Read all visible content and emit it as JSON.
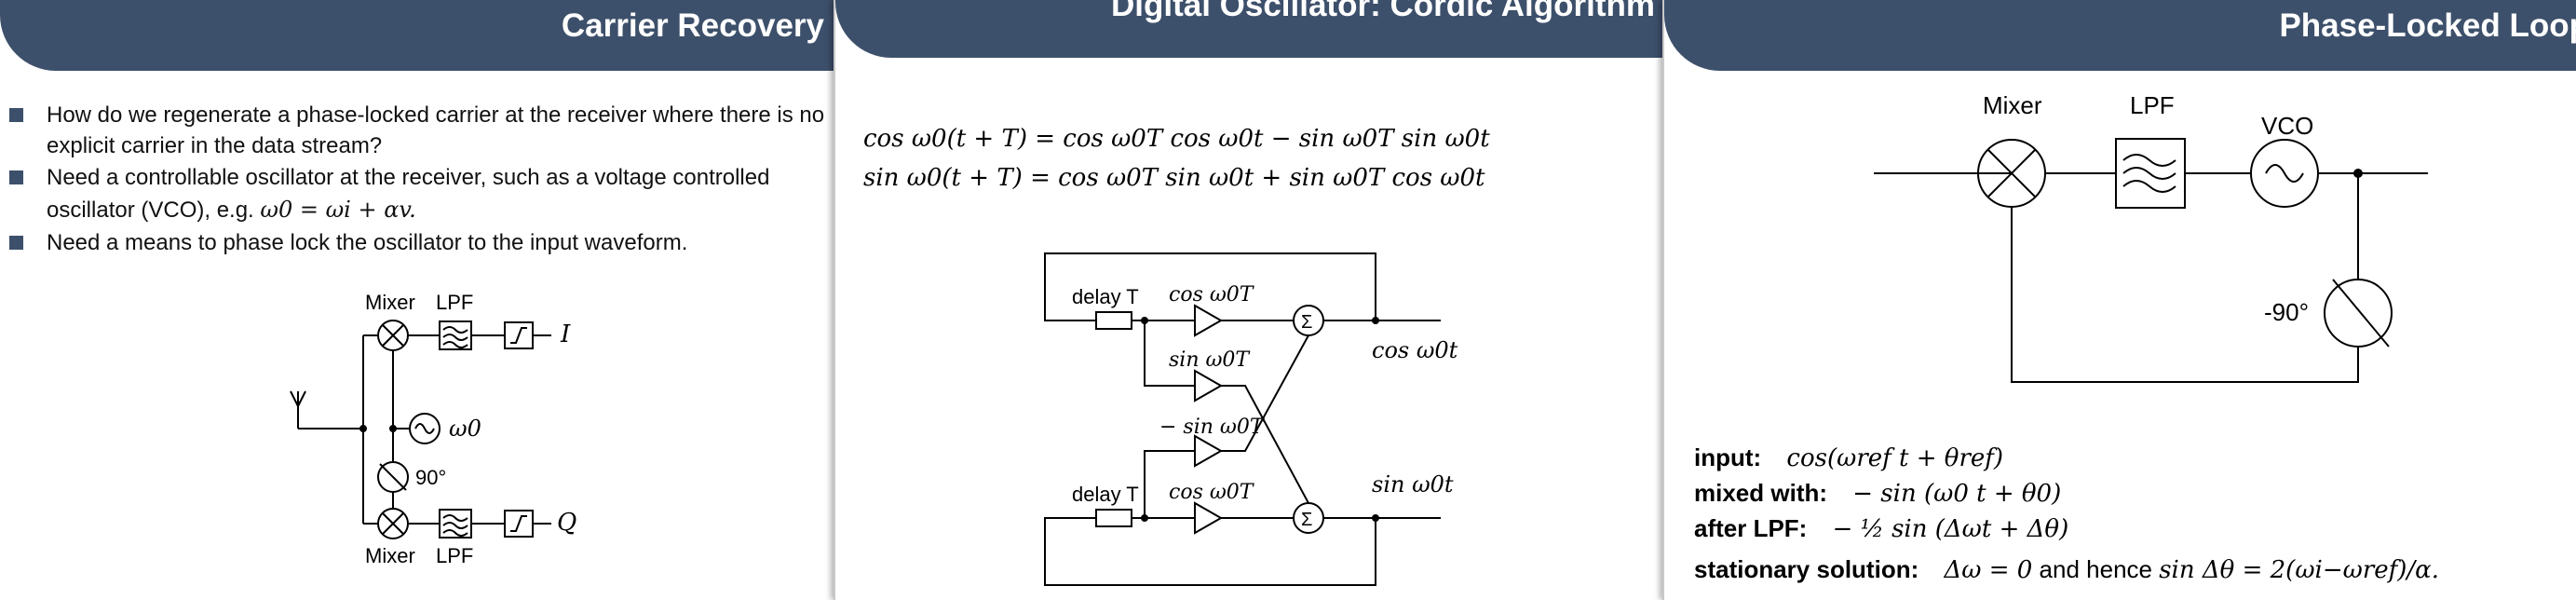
{
  "slide1": {
    "title": "Carrier Recovery",
    "bullets": [
      "How do we regenerate a phase-locked carrier at the receiver where there is no",
      "explicit carrier in the data stream?",
      "Need a controllable oscillator at the receiver, such as a voltage controlled",
      "oscillator (VCO), e.g. ",
      "Need a means to phase lock the oscillator to the input waveform."
    ],
    "vco_eq": "ω0 = ωi + αv.",
    "diagram": {
      "mixer_top": "Mixer",
      "lpf_top": "LPF",
      "mixer_bottom": "Mixer",
      "lpf_bottom": "LPF",
      "osc": "ω0",
      "phase": "90°",
      "out_i": "I",
      "out_q": "Q"
    }
  },
  "slide2": {
    "title": "Digital Oscillator: Cordic Algorithm",
    "eq1": "cos ω0(t + T) = cos ω0T cos ω0t − sin ω0T sin ω0t",
    "eq2": "sin ω0(t + T) = cos ω0T sin ω0t + sin ω0T cos ω0t",
    "diagram": {
      "delay_top": "delay T",
      "cos_top": "cos ω0T",
      "sin_mid": "sin ω0T",
      "neg_sin": "− sin ω0T",
      "delay_bottom": "delay T",
      "cos_bottom": "cos ω0T",
      "out_cos": "cos ω0t",
      "out_sin": "sin ω0t",
      "sum": "Σ"
    }
  },
  "slide3": {
    "title": "Phase-Locked Loop",
    "diagram": {
      "mixer": "Mixer",
      "lpf": "LPF",
      "vco": "VCO",
      "phase": "-90°"
    },
    "rows": [
      {
        "label": "input:",
        "expr": "cos(ωref t + θref)"
      },
      {
        "label": "mixed with:",
        "expr": "− sin (ω0 t + θ0)"
      },
      {
        "label": "after LPF:",
        "expr": "− ½ sin (Δωt + Δθ)"
      },
      {
        "label": "stationary solution:",
        "expr": "Δω = 0",
        "mid": " and hence ",
        "expr2": "sin Δθ = 2(ωi−ωref)/α."
      }
    ]
  }
}
